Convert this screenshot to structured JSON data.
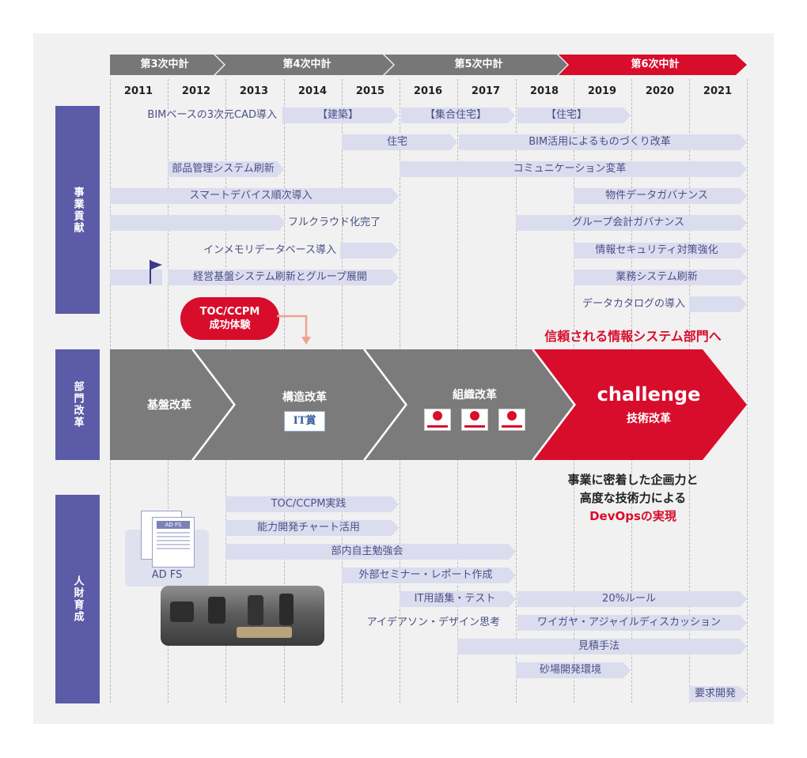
{
  "phases": [
    "第3次中計",
    "第4次中計",
    "第5次中計",
    "第6次中計"
  ],
  "years": [
    "2011",
    "2012",
    "2013",
    "2014",
    "2015",
    "2016",
    "2017",
    "2018",
    "2019",
    "2020",
    "2021"
  ],
  "sections": {
    "business": "事業貢献",
    "department": "部門改革",
    "hr": "人財育成"
  },
  "business_items": {
    "bim_cad": "BIMベースの3次元CAD導入",
    "kenchiku": "【建築】",
    "shugo": "【集合住宅】",
    "jutaku_b": "【住宅】",
    "jutaku": "住宅",
    "bim_mono": "BIM活用によるものづくり改革",
    "buhin": "部品管理システム刷新",
    "comm": "コミュニケーション変革",
    "smart": "スマートデバイス順次導入",
    "bukken": "物件データガバナンス",
    "cloud": "フルクラウド化完了",
    "group_kaikei": "グループ会計ガバナンス",
    "inmemory": "インメモリデータベース導入",
    "security": "情報セキュリティ対策強化",
    "keiei": "経営基盤システム刷新とグループ展開",
    "gyomu": "業務システム刷新",
    "catalog": "データカタログの導入"
  },
  "toc_bubble": "TOC/CCPM\n成功体験",
  "trust_text": "信頼される情報システム部門へ",
  "chevrons": [
    "基盤改革",
    "構造改革",
    "組織改革"
  ],
  "challenge": {
    "title": "challenge",
    "sub": "技術改革"
  },
  "it_logo": "IT賞",
  "realize": {
    "line1": "事業に密着した企画力と",
    "line2": "高度な技術力による",
    "line3": "DevOpsの実現"
  },
  "adfs_doc": "AD FS",
  "adfs_label": "AD FS",
  "hr_items": {
    "toc": "TOC/CCPM実践",
    "chart": "能力開発チャート活用",
    "benkyo": "部内自主勉強会",
    "seminar": "外部セミナー・レポート作成",
    "itword": "IT用語集・テスト",
    "rule20": "20%ルール",
    "ideathon": "アイデアソン・デザイン思考",
    "waigaya": "ワイガヤ・アジャイルディスカッション",
    "mitsumori": "見積手法",
    "sunaba": "砂場開発環境",
    "yokyu": "要求開発"
  },
  "colors": {
    "phase_gray": "#777777",
    "phase_red": "#d80d2c",
    "side": "#5b5ba7",
    "arrow": "#dcdcef",
    "text": "#4a4f86",
    "chevron": "#7b7b7b"
  }
}
